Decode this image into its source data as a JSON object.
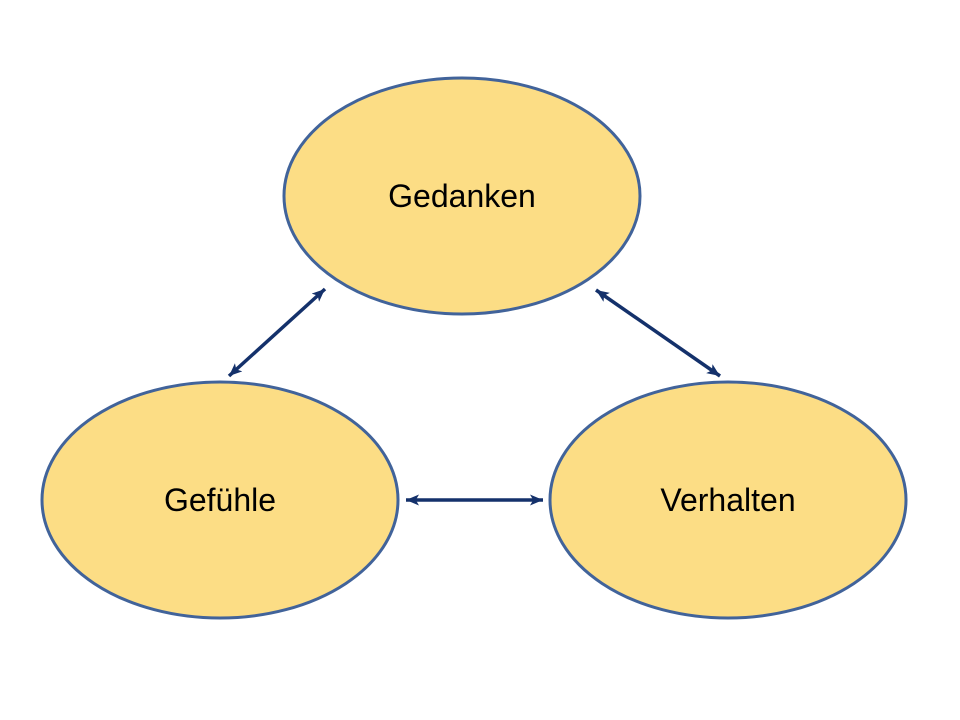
{
  "diagram": {
    "type": "cbt-triangle",
    "nodes": [
      {
        "id": "gedanken",
        "label": "Gedanken",
        "shape": "ellipse"
      },
      {
        "id": "gefuehle",
        "label": "Gefühle",
        "shape": "ellipse"
      },
      {
        "id": "verhalten",
        "label": "Verhalten",
        "shape": "ellipse"
      }
    ],
    "edges": [
      {
        "from": "gefuehle",
        "to": "gedanken",
        "bidirectional": true
      },
      {
        "from": "gedanken",
        "to": "verhalten",
        "bidirectional": true
      },
      {
        "from": "gefuehle",
        "to": "verhalten",
        "bidirectional": true
      }
    ]
  },
  "colors": {
    "background": "#FFFFFF",
    "node_fill": "#FCDD85",
    "node_stroke": "#41639A",
    "arrow": "#14316B",
    "text": "#000000"
  }
}
